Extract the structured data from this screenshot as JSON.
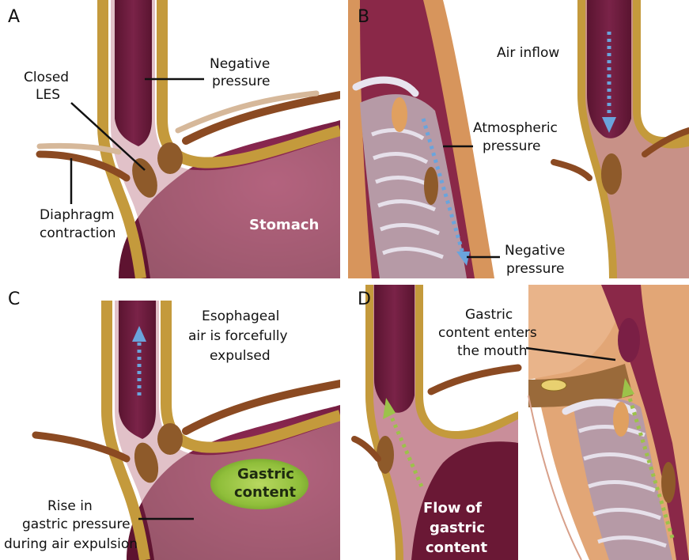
{
  "panels": {
    "a": {
      "letter": "A",
      "closed_les": [
        "Closed",
        "LES"
      ],
      "negative_pressure": [
        "Negative",
        "pressure"
      ],
      "diaphragm": [
        "Diaphragm",
        "contraction"
      ],
      "stomach": "Stomach"
    },
    "b": {
      "letter": "B",
      "air_inflow": "Air inflow",
      "atmospheric": [
        "Atmospheric",
        "pressure"
      ],
      "negative": [
        "Negative",
        "pressure"
      ]
    },
    "c": {
      "letter": "C",
      "expulsion": [
        "Esophageal",
        "air is  forcefully",
        "expulsed"
      ],
      "gastric_content": [
        "Gastric",
        "content"
      ],
      "rise": [
        "Rise in",
        "gastric pressure",
        "during air expulsion"
      ]
    },
    "d": {
      "letter": "D",
      "enters_mouth": [
        "Gastric",
        "content enters",
        "the mouth"
      ],
      "flow": [
        "Flow of",
        "gastric",
        "content"
      ]
    }
  },
  "colors": {
    "lumen": "#6b1838",
    "stomach": "#7a1f45",
    "mucosa": "#d8b4a8",
    "wall": "#c49a3c",
    "sphincter": "#8e5a2a",
    "diaphragm": "#8b4a22",
    "air_arrow": "#6aa4dc",
    "gastric_arrow": "#9cc24a"
  }
}
